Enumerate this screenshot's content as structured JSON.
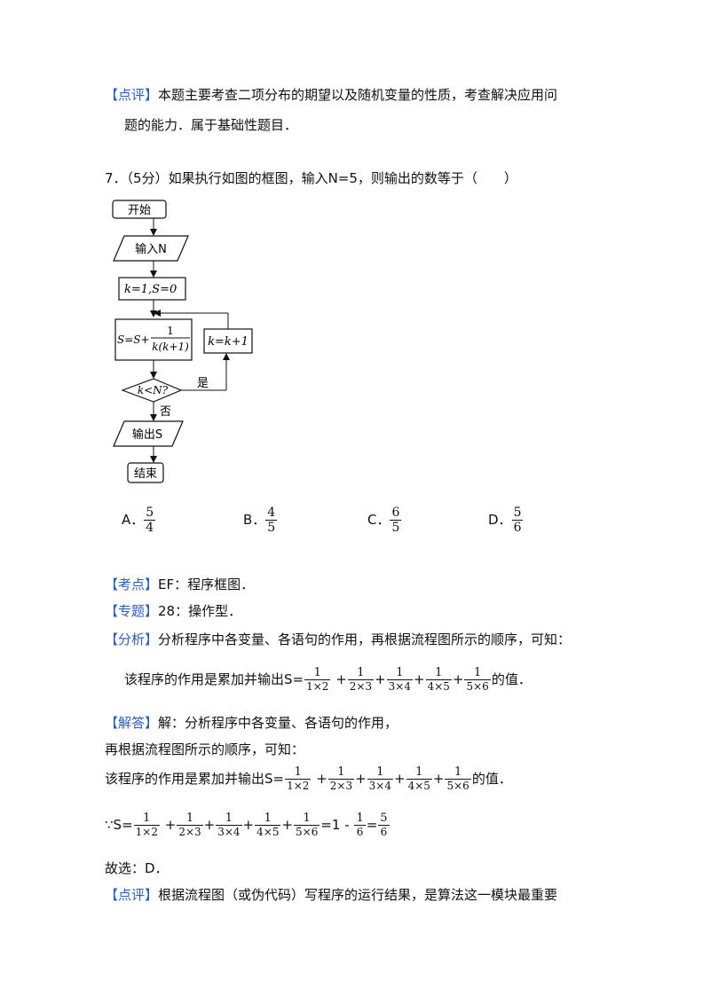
{
  "tags": {
    "comment": "【点评】",
    "kaodian": "【考点】",
    "zhuanti": "【专题】",
    "fenxi": "【分析】",
    "jieda": "【解答】"
  },
  "prev_comment": {
    "line1": "本题主要考查二项分布的期望以及随机变量的性质，考查解决应用问",
    "line2": "题的能力．属于基础性题目．"
  },
  "question": {
    "stem": "7．（5分）如果执行如图的框图，输入N=5，则输出的数等于（　　）",
    "options": [
      {
        "label": "A．",
        "num": "5",
        "den": "4"
      },
      {
        "label": "B．",
        "num": "4",
        "den": "5"
      },
      {
        "label": "C．",
        "num": "6",
        "den": "5"
      },
      {
        "label": "D．",
        "num": "5",
        "den": "6"
      }
    ]
  },
  "flowchart": {
    "start": "开始",
    "input": "输入N",
    "init": "k=1,S=0",
    "sum_left": "S=S+",
    "sum_num": "1",
    "sum_den": "k(k+1)",
    "incr": "k=k+1",
    "cond": "k<N?",
    "yes": "是",
    "no": "否",
    "output": "输出S",
    "end": "结束"
  },
  "kaodian_text": "EF：程序框图．",
  "zhuanti_text": "28：操作型．",
  "fenxi_text": "分析程序中各变量、各语句的作用，再根据流程图所示的顺序，可知：",
  "sum_line": {
    "prefix": "该程序的作用是累加并输出S=",
    "suffix": "的值．",
    "terms": [
      {
        "num": "1",
        "den": "1×2"
      },
      {
        "num": "1",
        "den": "2×3"
      },
      {
        "num": "1",
        "den": "3×4"
      },
      {
        "num": "1",
        "den": "4×5"
      },
      {
        "num": "1",
        "den": "5×6"
      }
    ]
  },
  "jieda": {
    "line1": "解：分析程序中各变量、各语句的作用，",
    "line2": "再根据流程图所示的顺序，可知：",
    "because_prefix": "∵S=",
    "result": "=1 -",
    "r1_num": "1",
    "r1_den": "6",
    "eq": "=",
    "r2_num": "5",
    "r2_den": "6",
    "choice": "故选：D．"
  },
  "last_comment": "根据流程图（或伪代码）写程序的运行结果，是算法这一模块最重要"
}
